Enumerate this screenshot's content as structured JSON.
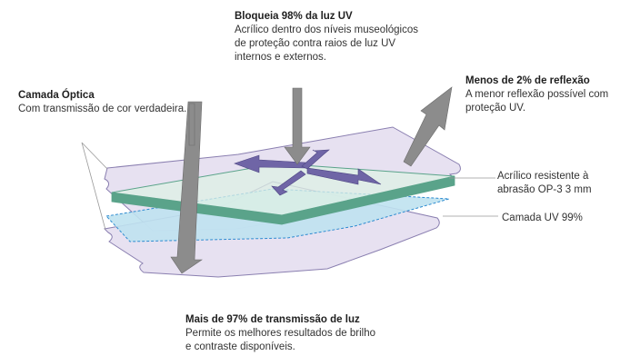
{
  "callouts": {
    "uv_block": {
      "title": "Bloqueia 98% da luz UV",
      "desc": "Acrílico dentro dos níveis museológicos\nde proteção contra raios de luz UV\ninternos e externos."
    },
    "reflection": {
      "title": "Menos de 2% de reflexão",
      "desc": "A menor reflexão possível com\nproteção UV."
    },
    "optical": {
      "title": "Camada Óptica",
      "desc": "Com transmissão de cor verdadeira."
    },
    "transmission": {
      "title": "Mais de 97% de transmissão de luz",
      "desc": "Permite os melhores resultados de brilho\ne contraste disponíveis."
    }
  },
  "side_labels": {
    "acrylic": "Acrílico resistente à\nabrasão OP-3 3 mm",
    "uv_layer": "Camada UV 99%"
  },
  "colors": {
    "film": "#e3dcef",
    "film_stroke": "#8a7fb0",
    "glass_top": "#ddf0e4",
    "glass_edge": "#5aa38a",
    "uv_layer": "#bfe2ef",
    "uv_stroke": "#2d8bd0",
    "arrow_gray": "#8c8c8c",
    "arrow_purple": "#6f65a6"
  }
}
